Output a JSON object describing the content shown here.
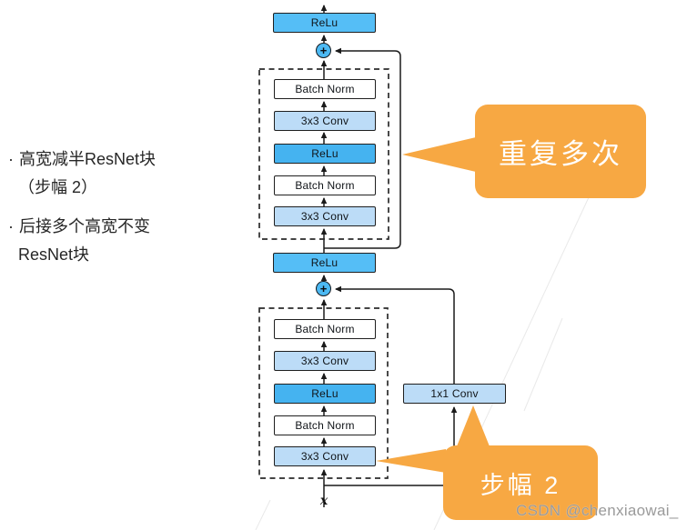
{
  "left_notes": {
    "items": [
      {
        "bullet": "·",
        "line1": "高宽减半ResNet块",
        "line2": "（步幅 2）"
      },
      {
        "bullet": "·",
        "line1": "后接多个高宽不变",
        "line2": "ResNet块"
      }
    ]
  },
  "diagram": {
    "output_relu": {
      "label": "ReLu"
    },
    "add_symbol": "+",
    "repeat_block": {
      "layers": [
        {
          "label": "Batch Norm"
        },
        {
          "label": "3x3 Conv"
        },
        {
          "label": "ReLu"
        },
        {
          "label": "Batch Norm"
        },
        {
          "label": "3x3 Conv"
        }
      ]
    },
    "middle_relu": {
      "label": "ReLu"
    },
    "stride_block": {
      "layers": [
        {
          "label": "Batch Norm"
        },
        {
          "label": "3x3 Conv"
        },
        {
          "label": "ReLu"
        },
        {
          "label": "Batch Norm"
        },
        {
          "label": "3x3 Conv"
        }
      ]
    },
    "shortcut_conv": {
      "label": "1x1 Conv"
    },
    "input_label": "x"
  },
  "callouts": {
    "repeat": {
      "text": "重复多次"
    },
    "stride": {
      "text": "步幅 2"
    }
  },
  "watermark": {
    "text": "CSDN @chenxiaowai_"
  },
  "colors": {
    "relu_fill": "#55BEF6",
    "inner_relu_fill": "#45B3F0",
    "conv_fill": "#BCDCF7",
    "batch_norm_fill": "#FFFFFF",
    "callout_orange": "#F7A843",
    "wire_black": "#1A1A1A"
  }
}
